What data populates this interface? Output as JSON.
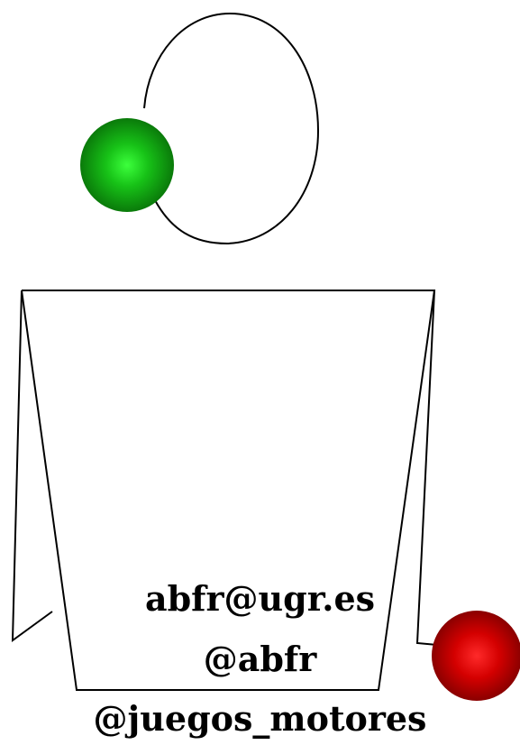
{
  "colors": {
    "line": "#000000",
    "green_ball": "#1a9a1a",
    "green_highlight": "#3cff3c",
    "red_ball": "#c00000",
    "red_highlight": "#ff2a2a"
  },
  "credits": {
    "email": "abfr@ugr.es",
    "handle": "@abfr",
    "channel": "@juegos_motores"
  }
}
